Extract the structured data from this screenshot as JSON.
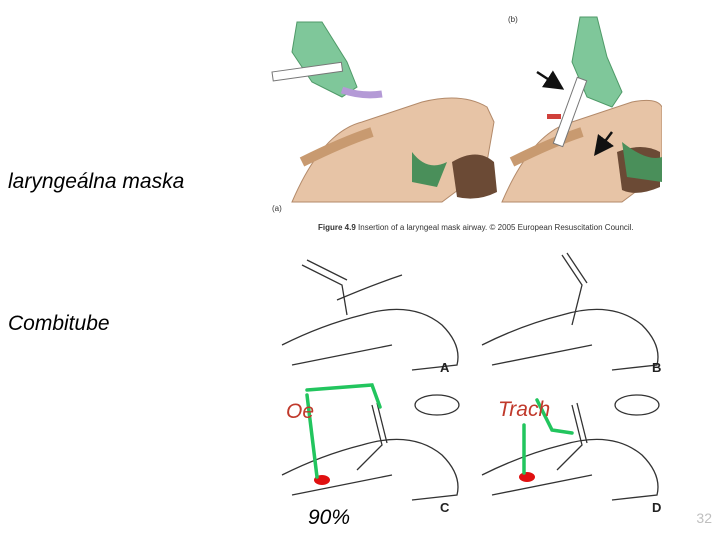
{
  "labels": {
    "lma": "laryngeálna maska",
    "combitube": "Combitube",
    "oe": "Oe",
    "trach": "Trach",
    "percent": "90%"
  },
  "figure_top": {
    "panel_a": "(a)",
    "panel_b": "(b)",
    "caption_bold": "Figure 4.9",
    "caption_text": "Insertion of a laryngeal mask airway. © 2005 European Resuscitation Council."
  },
  "figure_bottom": {
    "letters": [
      "A",
      "B",
      "C",
      "D"
    ]
  },
  "page_number": "32",
  "colors": {
    "glove": "#7fc79a",
    "skin": "#e7c4a6",
    "hair": "#6b4a35",
    "arrow": "#22c55e",
    "marker": "#e01010"
  }
}
